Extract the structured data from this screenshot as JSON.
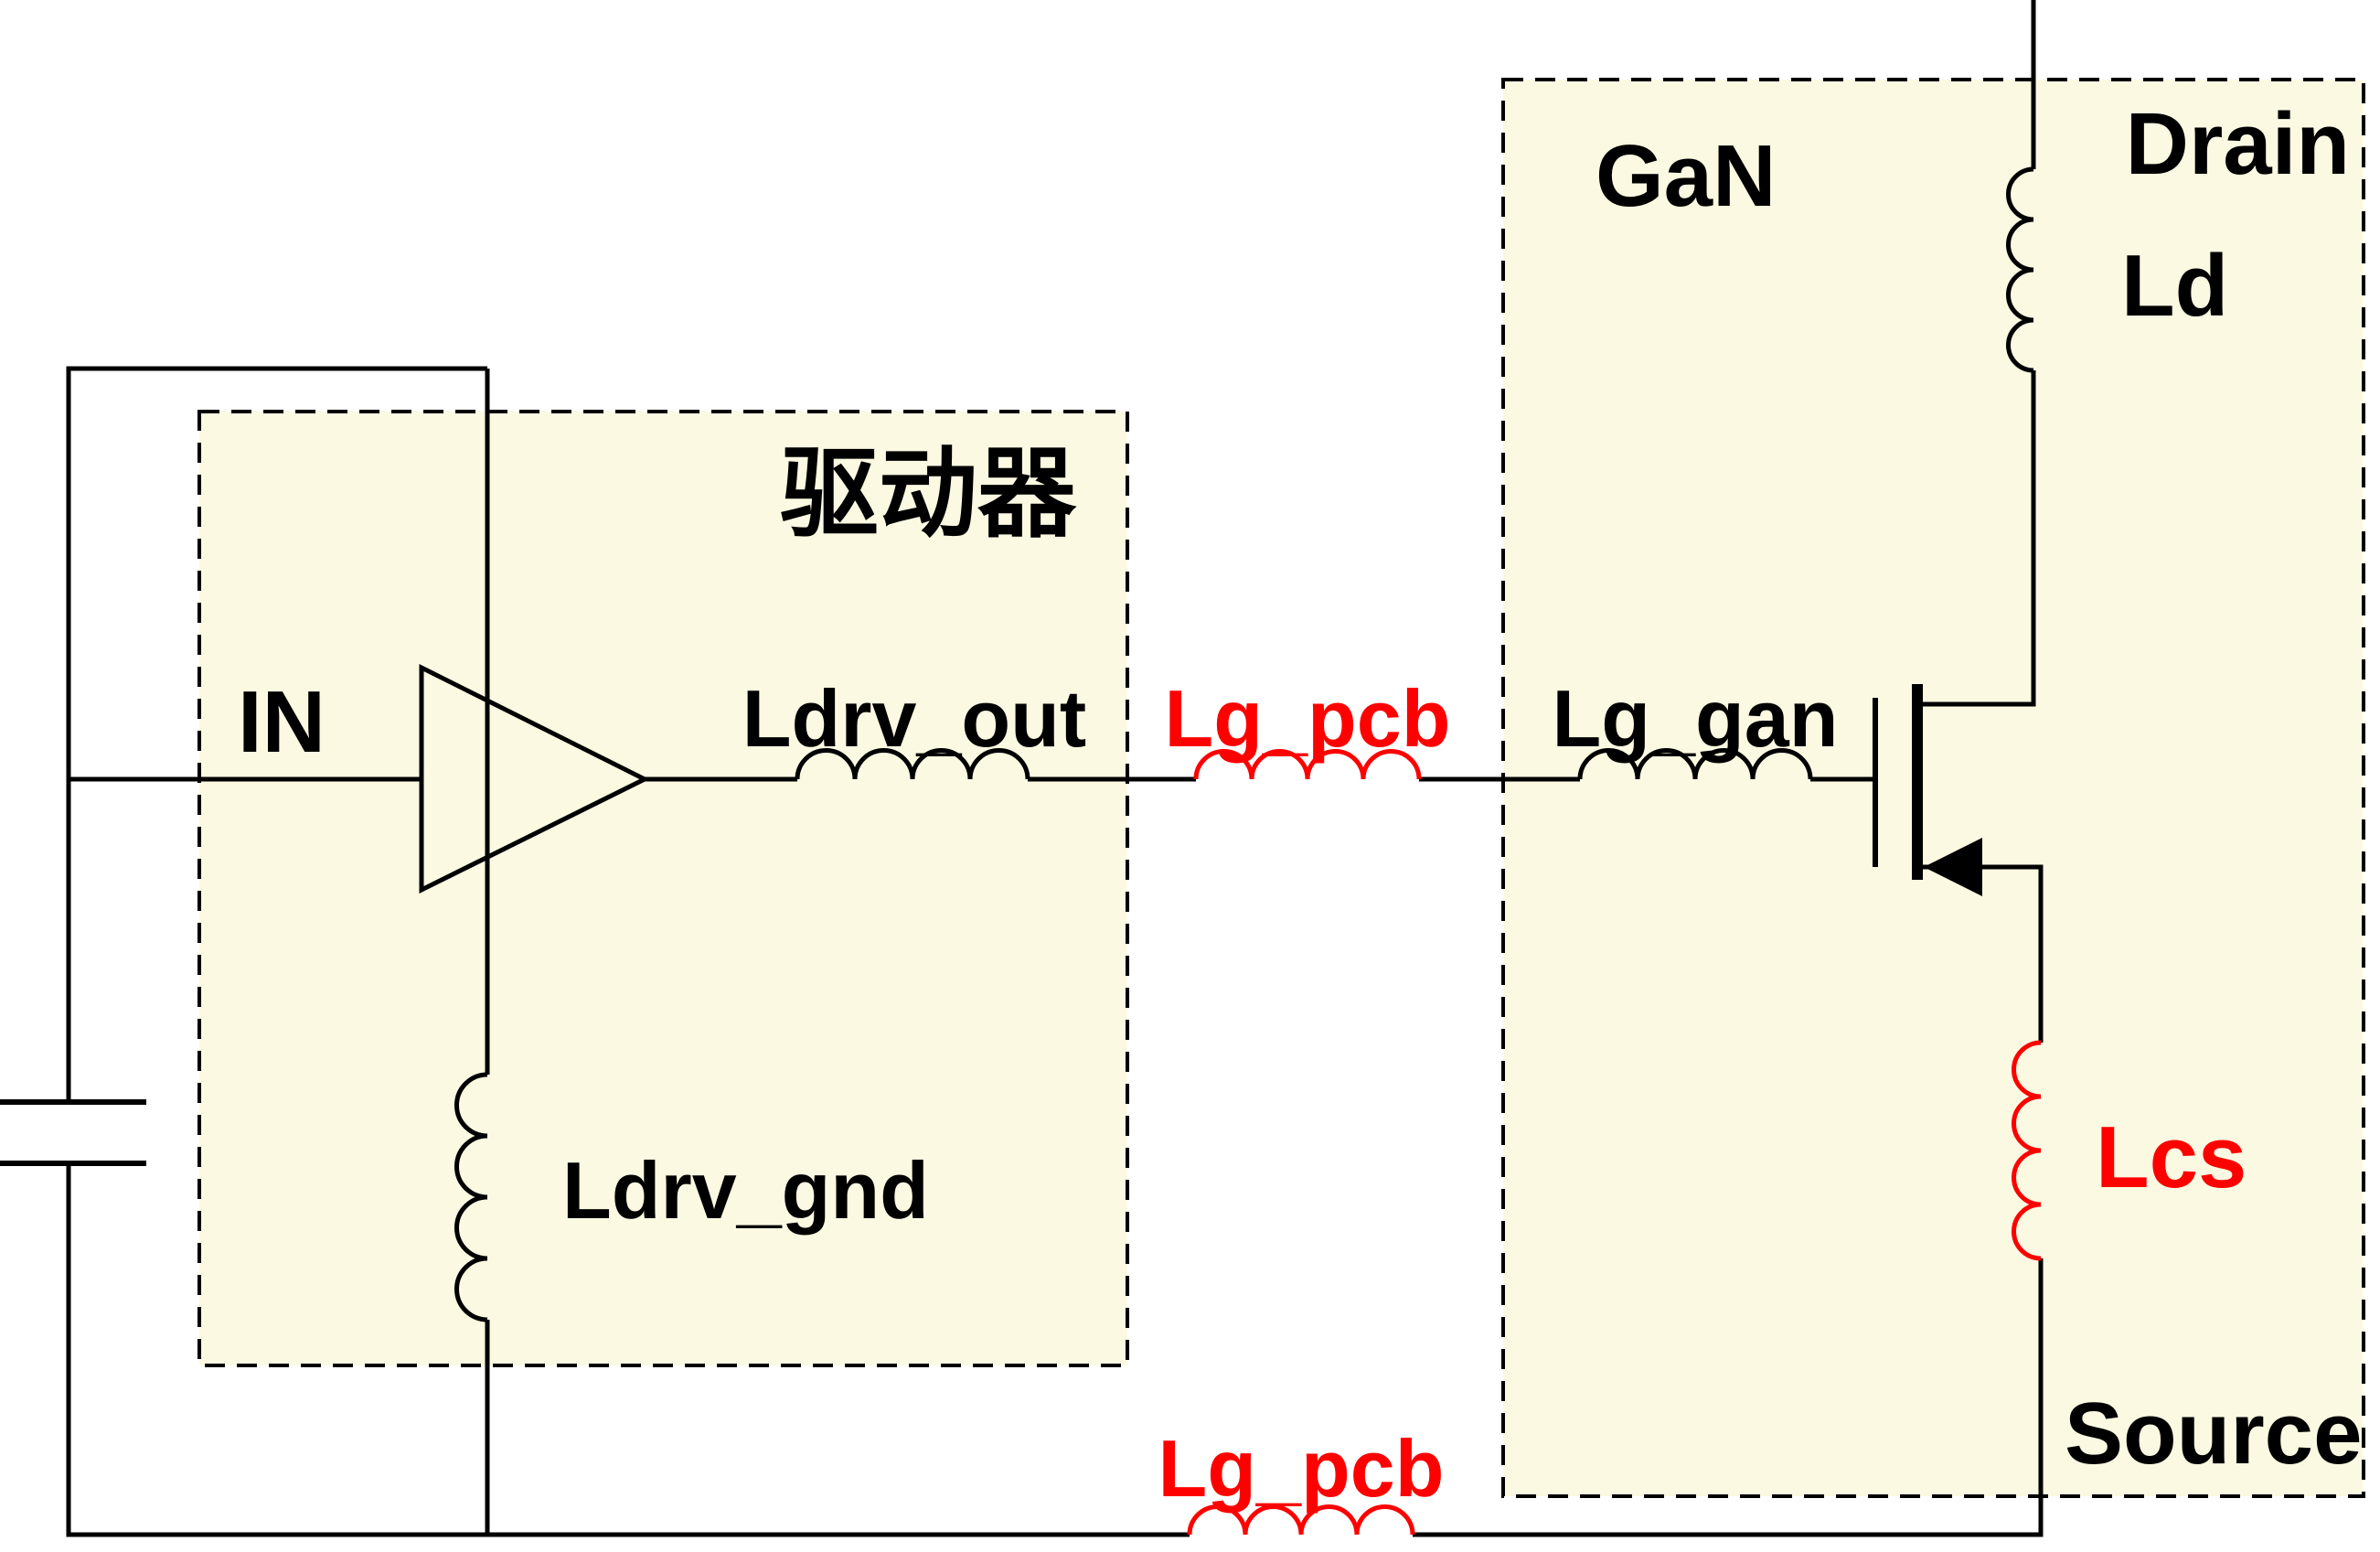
{
  "colors": {
    "background": "#ffffff",
    "line": "#000000",
    "accent_red": "#ff0000",
    "box_fill": "#fbf9e2"
  },
  "diagram": {
    "driver_box": {
      "title": "驱动器",
      "input_label": "IN",
      "output_inductor_label": "Ldrv_out",
      "ground_inductor_label": "Ldrv_gnd"
    },
    "pcb_parasitics": {
      "gate_inductor_label": "Lg_pcb",
      "return_inductor_label": "Lg_pcb"
    },
    "gan_device": {
      "title": "GaN",
      "gate_inductor_label": "Lg_gan",
      "drain_terminal_label": "Drain",
      "drain_inductor_label": "Ld",
      "common_source_inductor_label": "Lcs",
      "source_terminal_label": "Source"
    }
  }
}
